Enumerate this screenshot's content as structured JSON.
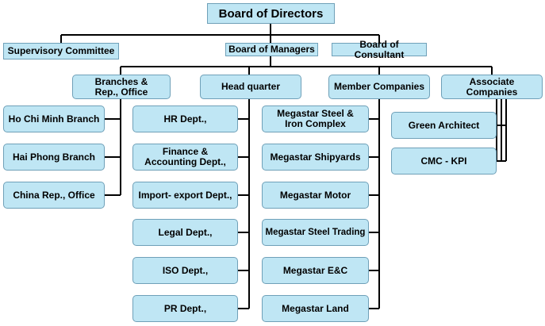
{
  "diagram": {
    "root": "Board of Directors",
    "top_level": {
      "supervisory": "Supervisory Committee",
      "managers": "Board of Managers",
      "consultant": "Board of  Consultant"
    },
    "divisions": {
      "branches": "Branches & Rep., Office",
      "headquarter": "Head quarter",
      "members": "Member Companies",
      "associates": "Associate Companies"
    },
    "branches": [
      "Ho Chi Minh Branch",
      "Hai Phong Branch",
      "China Rep., Office"
    ],
    "departments": [
      "HR Dept.,",
      "Finance & Accounting Dept.,",
      "Import- export Dept.,",
      "Legal Dept.,",
      "ISO Dept.,",
      "PR Dept.,"
    ],
    "member_companies": [
      "Megastar Steel & Iron Complex",
      "Megastar Shipyards",
      "Megastar Motor",
      "Megastar Steel Trading",
      "Megastar E&C",
      "Megastar Land"
    ],
    "associate_companies": [
      "Green Architect",
      "CMC - KPI"
    ]
  }
}
